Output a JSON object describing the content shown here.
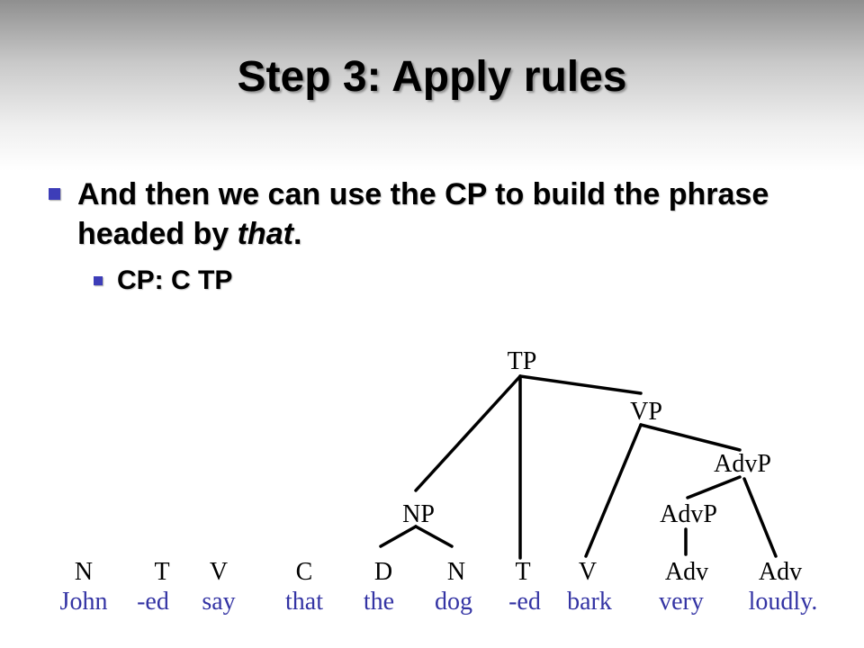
{
  "slide": {
    "title": "Step 3: Apply rules",
    "bullet1": {
      "before": "And then we can use the CP to build the phrase headed by ",
      "emphasis": "that",
      "after": "."
    },
    "bullet2": "CP: C TP"
  },
  "tree": {
    "nodes": {
      "tp": "TP",
      "vp": "VP",
      "advp_upper": "AdvP",
      "np": "NP",
      "advp_lower": "AdvP"
    },
    "categories": [
      "N",
      "T",
      "V",
      "C",
      "D",
      "N",
      "T",
      "V",
      "Adv",
      "Adv"
    ],
    "words": [
      "John",
      "-ed",
      "say",
      "that",
      "the",
      "dog",
      "-ed",
      "bark",
      "very",
      "loudly."
    ]
  },
  "colors": {
    "bullet": "#3d3db8",
    "word_text": "#3434a4",
    "tree_lines": "#000000"
  }
}
